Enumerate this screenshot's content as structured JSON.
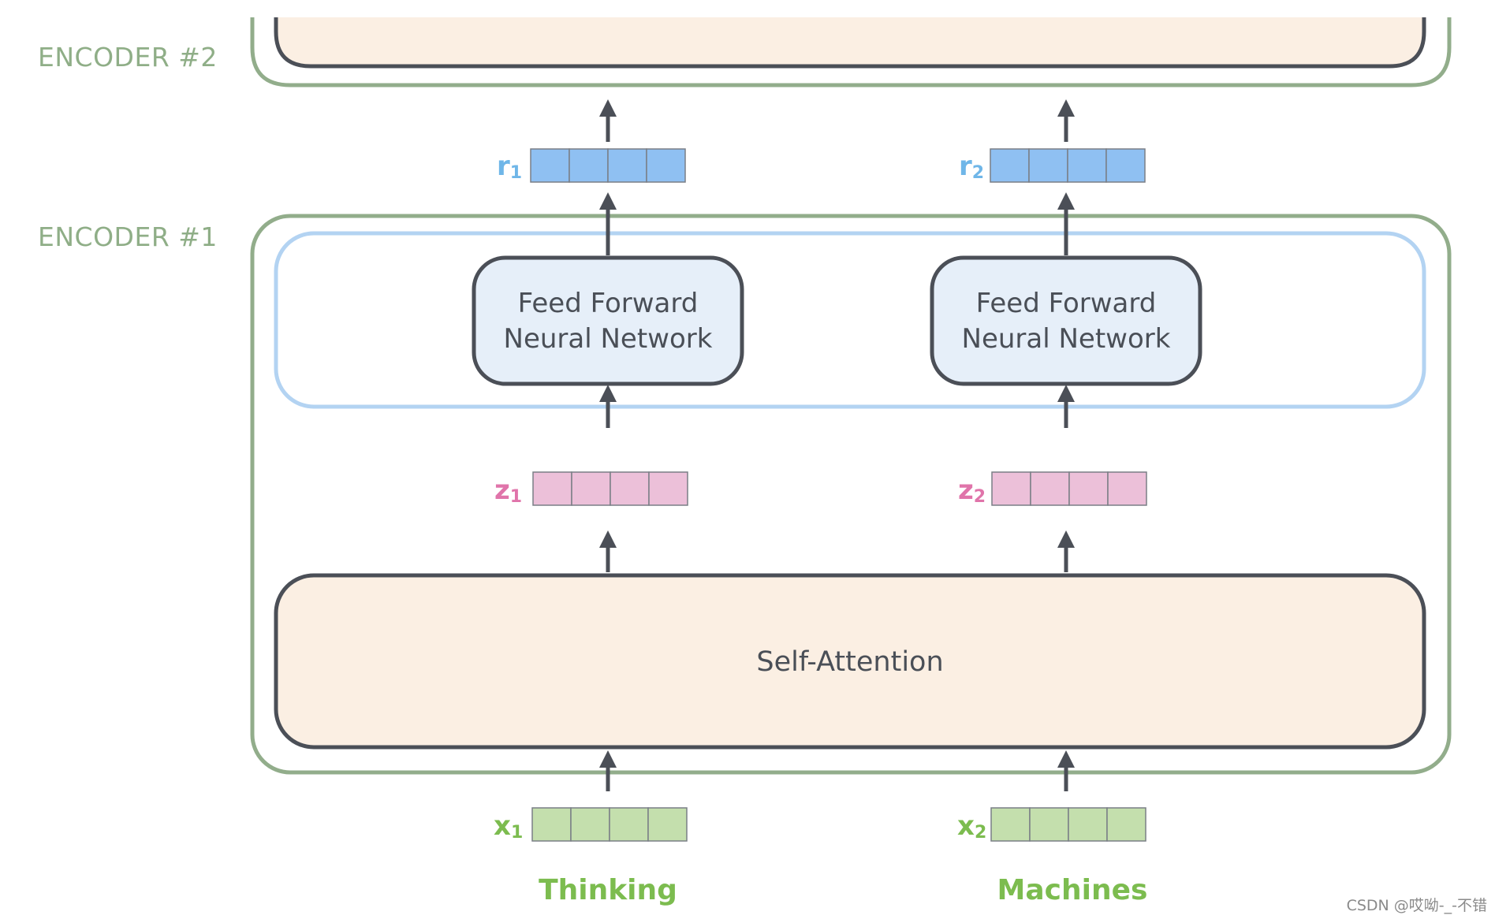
{
  "encoders": {
    "upper_label": "ENCODER #2",
    "lower_label": "ENCODER #1"
  },
  "self_attention": {
    "label": "Self-Attention"
  },
  "feed_forward": [
    {
      "line1": "Feed Forward",
      "line2": "Neural Network"
    },
    {
      "line1": "Feed Forward",
      "line2": "Neural Network"
    }
  ],
  "inputs": [
    {
      "word": "Thinking",
      "x_label": "x",
      "x_sub": "1",
      "z_label": "z",
      "z_sub": "1",
      "r_label": "r",
      "r_sub": "1"
    },
    {
      "word": "Machines",
      "x_label": "x",
      "x_sub": "2",
      "z_label": "z",
      "z_sub": "2",
      "r_label": "r",
      "r_sub": "2"
    }
  ],
  "vector_cells": 4,
  "colors": {
    "encoder_border": "#92ad8b",
    "ffnn_group_border": "#b3d3f2",
    "box_border": "#4b4f57",
    "self_attention_fill": "#fbefe3",
    "ffnn_fill": "#e6eff9",
    "x_vector": "#c4dfad",
    "z_vector": "#ecc0d9",
    "r_vector": "#8fc0f2",
    "x_label": "#7cbc4f",
    "z_label": "#e074aa",
    "r_label": "#6fb6e8",
    "arrow": "#4b4f57"
  },
  "watermark": "CSDN @哎呦-_-不错"
}
